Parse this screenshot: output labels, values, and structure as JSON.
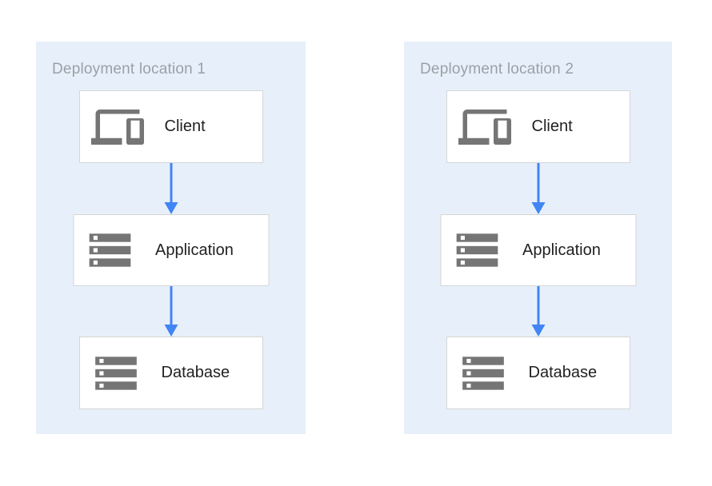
{
  "colors": {
    "canvas_bg": "#ffffff",
    "panel_bg": "#e7f0fa",
    "node_bg": "#ffffff",
    "node_border": "#d5d5d5",
    "title_text": "#9aa0a6",
    "label_text": "#212121",
    "icon_gray": "#757575",
    "arrow_blue": "#4285f4"
  },
  "panels": [
    {
      "title": "Deployment location 1",
      "nodes": [
        {
          "id": "client",
          "label": "Client",
          "icon": "devices-icon"
        },
        {
          "id": "application",
          "label": "Application",
          "icon": "storage-icon"
        },
        {
          "id": "database",
          "label": "Database",
          "icon": "storage-icon"
        }
      ],
      "connections": [
        {
          "from": "client",
          "to": "application"
        },
        {
          "from": "application",
          "to": "database"
        }
      ]
    },
    {
      "title": "Deployment location 2",
      "nodes": [
        {
          "id": "client",
          "label": "Client",
          "icon": "devices-icon"
        },
        {
          "id": "application",
          "label": "Application",
          "icon": "storage-icon"
        },
        {
          "id": "database",
          "label": "Database",
          "icon": "storage-icon"
        }
      ],
      "connections": [
        {
          "from": "client",
          "to": "application"
        },
        {
          "from": "application",
          "to": "database"
        }
      ]
    }
  ]
}
